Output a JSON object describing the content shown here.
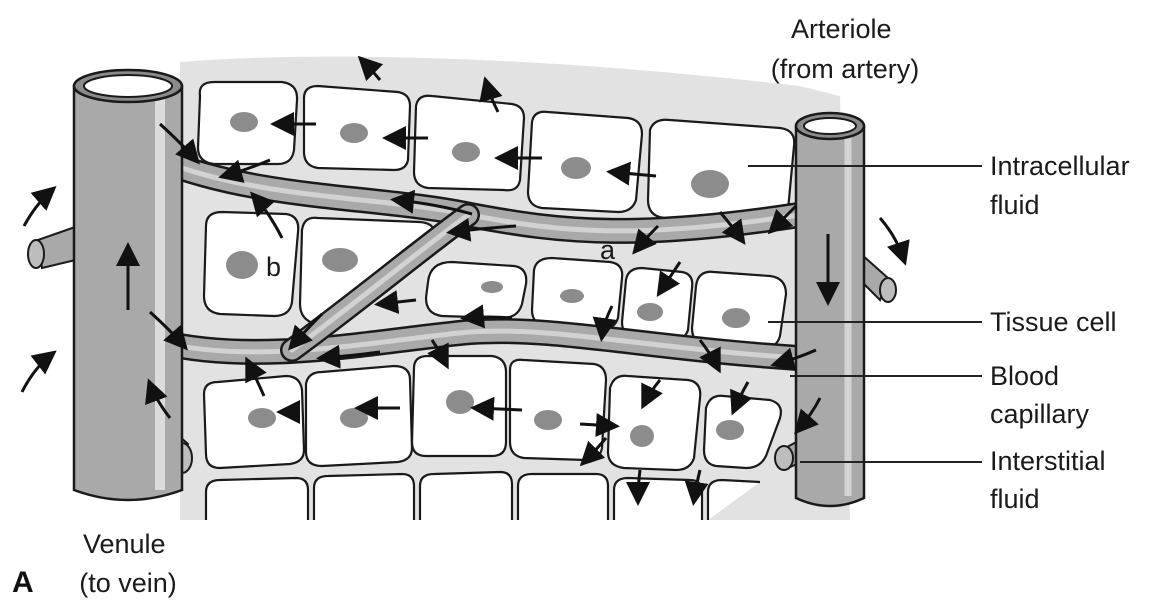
{
  "panel_letter": "A",
  "labels": {
    "arteriole": [
      "Arteriole",
      "(from artery)"
    ],
    "venule": [
      "Venule",
      "(to vein)"
    ],
    "intracellular_fluid": [
      "Intracellular",
      "fluid"
    ],
    "tissue_cell": [
      "Tissue cell"
    ],
    "blood_capillary": [
      "Blood",
      "capillary"
    ],
    "interstitial_fluid": [
      "Interstitial",
      "fluid"
    ]
  },
  "markers": {
    "a": "a",
    "b": "b"
  },
  "colors": {
    "interstitial": "#e2e2e2",
    "vessel": "#a9a9a9",
    "vessel_dark": "#7d7d7d",
    "nucleus": "#8c8c8c",
    "outline": "#1a1a1a"
  }
}
